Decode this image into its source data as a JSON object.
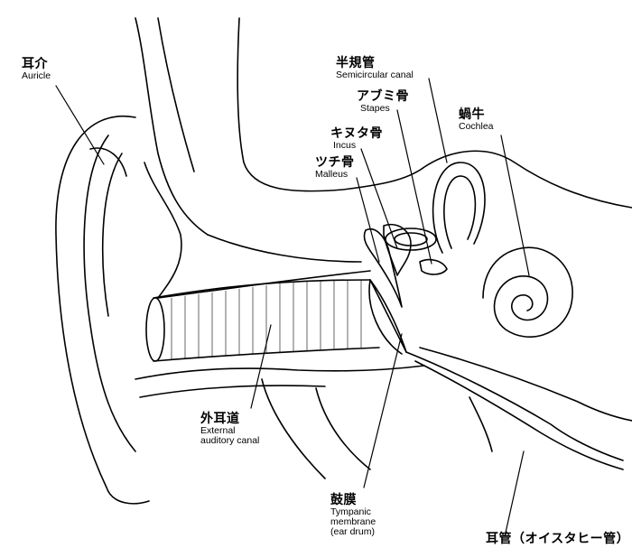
{
  "title": "Ear anatomy cross-section",
  "labels": {
    "auricle": {
      "ja": "耳介",
      "en": "Auricle"
    },
    "semicircular_canal": {
      "ja": "半規管",
      "en": "Semicircular canal"
    },
    "stapes": {
      "ja": "アブミ骨",
      "en": "Stapes"
    },
    "cochlea": {
      "ja": "蝸牛",
      "en": "Cochlea"
    },
    "incus": {
      "ja": "キヌタ骨",
      "en": "Incus"
    },
    "malleus": {
      "ja": "ツチ骨",
      "en": "Malleus"
    },
    "external_auditory_canal": {
      "ja": "外耳道",
      "en1": "External",
      "en2": "auditory canal"
    },
    "tympanic_membrane": {
      "ja": "鼓膜",
      "en1": "Tympanic",
      "en2": "membrane",
      "en3": "(ear drum)"
    },
    "eustachian_tube": {
      "ja": "耳管（オイスタヒー管）"
    }
  }
}
